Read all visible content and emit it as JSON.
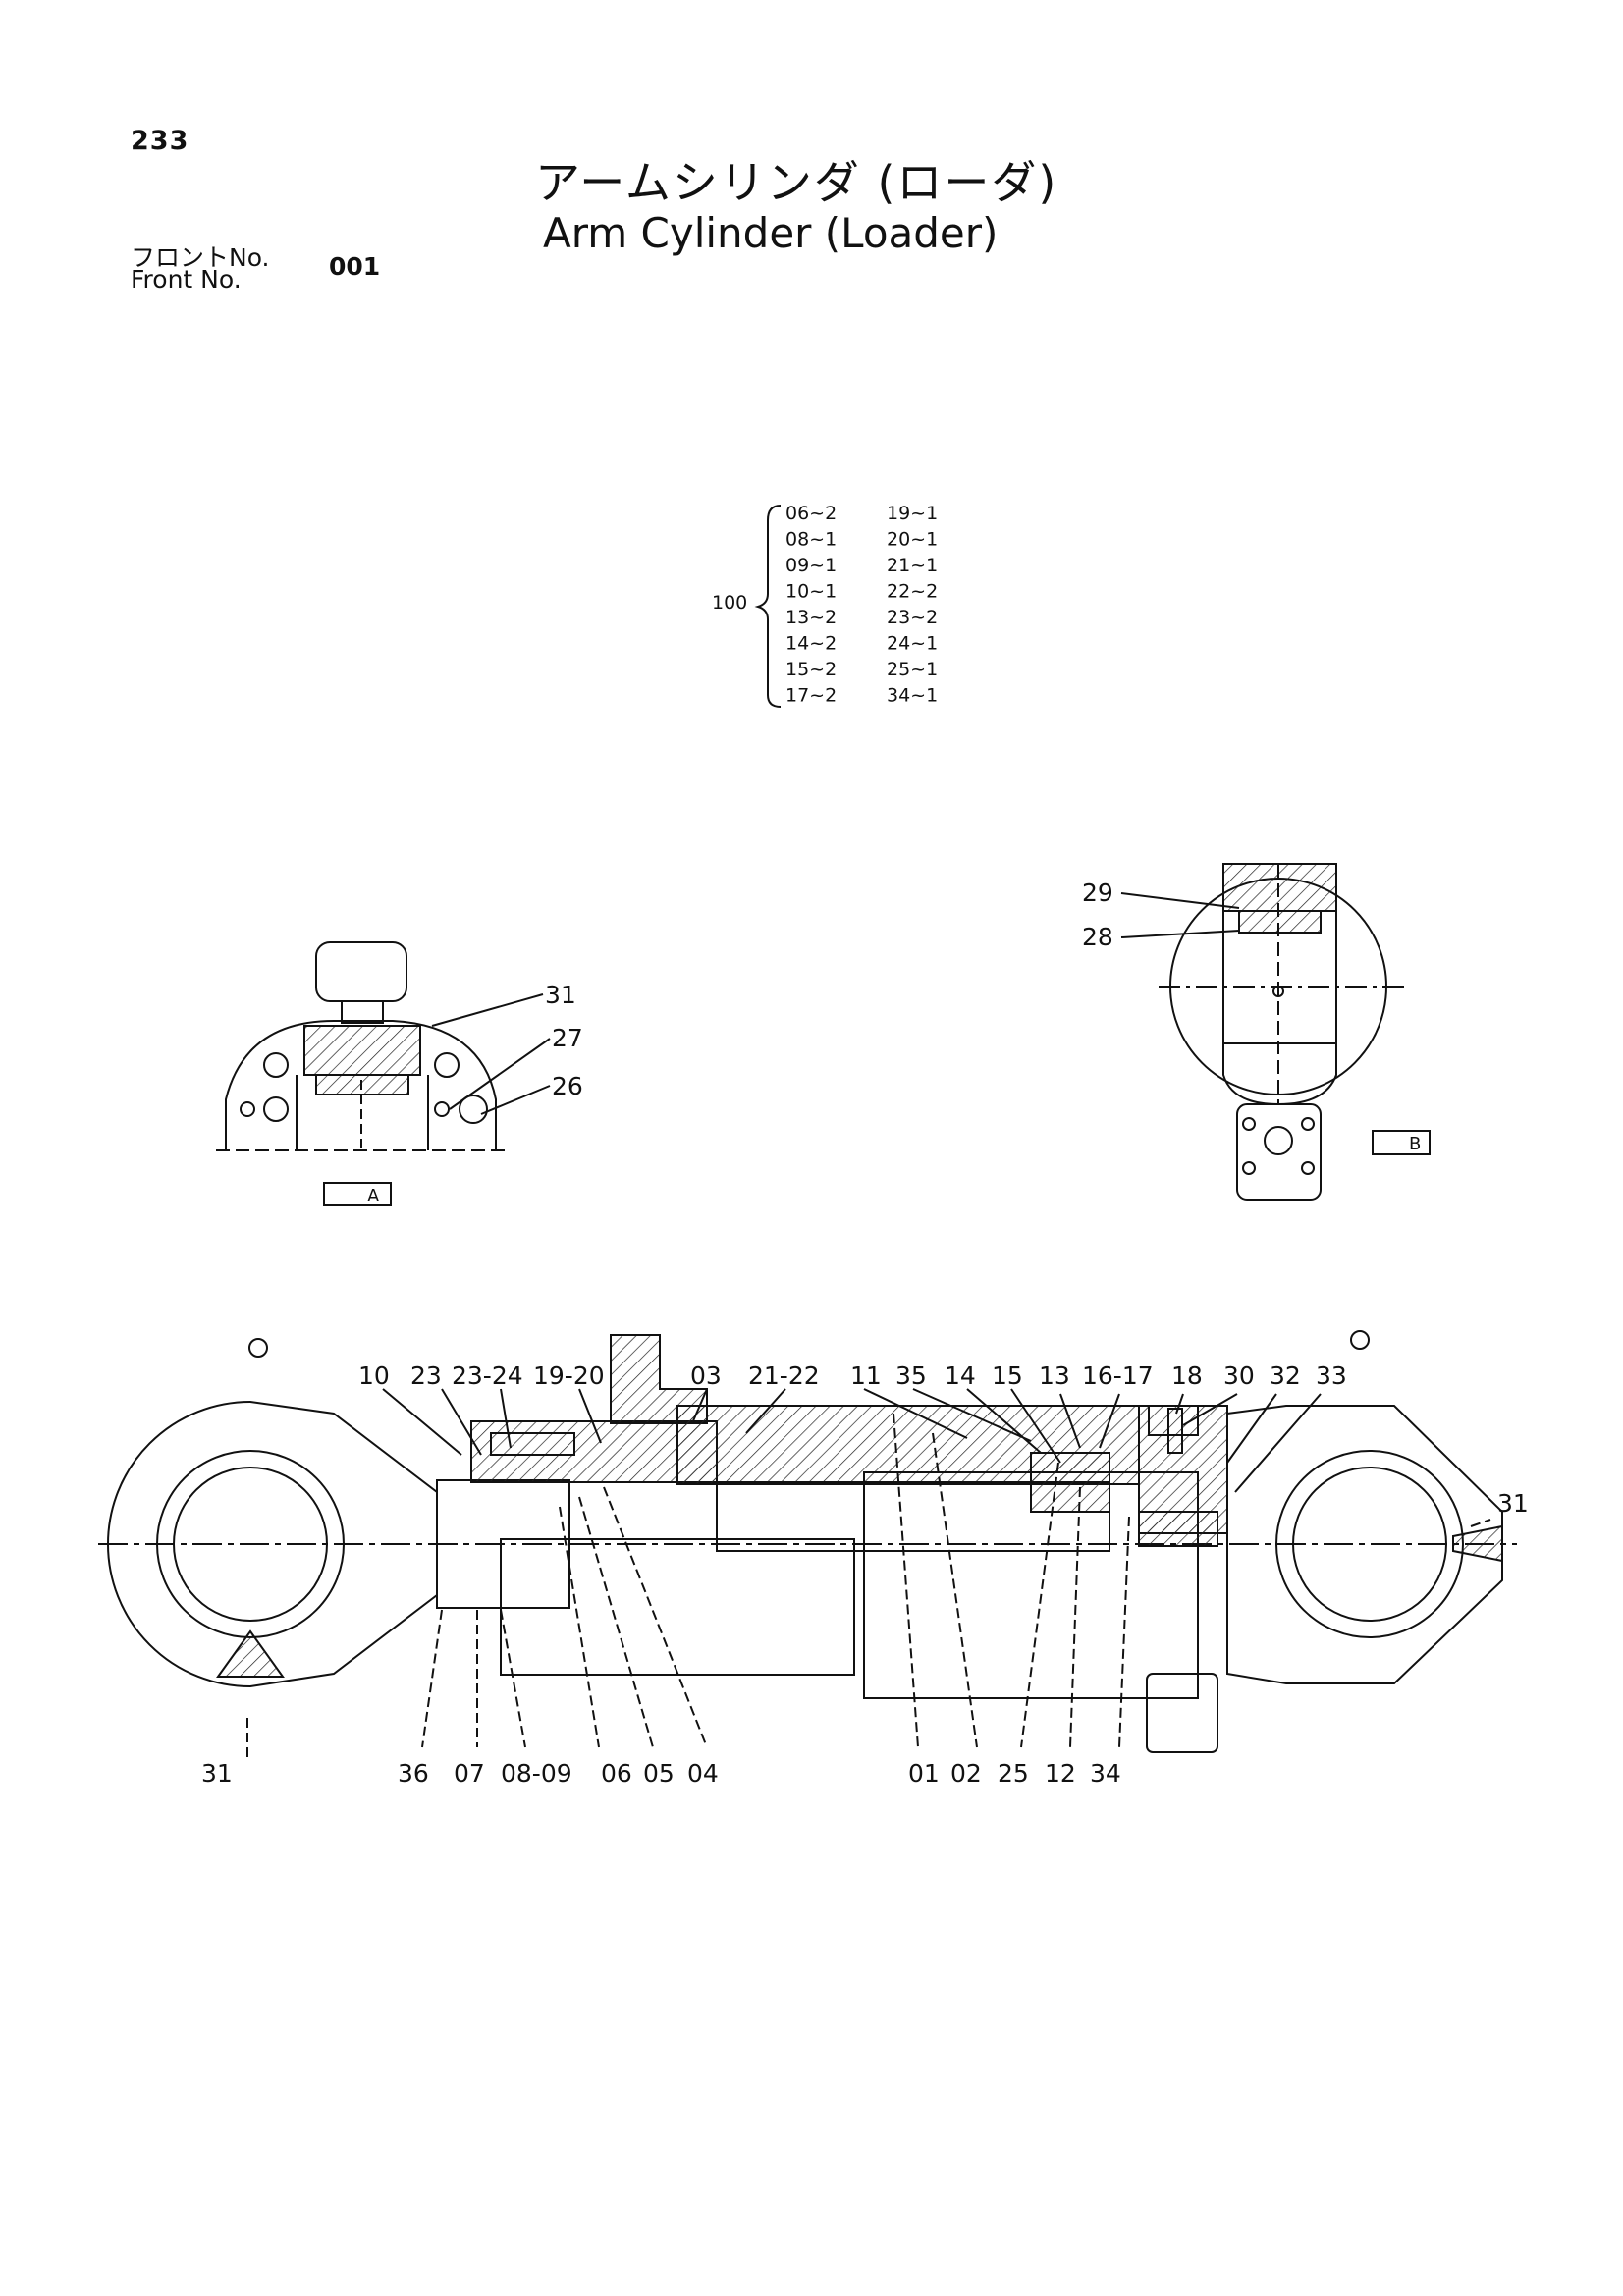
{
  "page_number": "233",
  "title_jp": "アームシリンダ (ローダ)",
  "title_en": "Arm Cylinder (Loader)",
  "front_label_jp": "フロントNo.",
  "front_label_en": "Front   No.",
  "front_no": "001",
  "kit": {
    "number": "100",
    "left_col": [
      "06~2",
      "08~1",
      "09~1",
      "10~1",
      "13~2",
      "14~2",
      "15~2",
      "17~2"
    ],
    "right_col": [
      "19~1",
      "20~1",
      "21~1",
      "22~2",
      "23~2",
      "24~1",
      "25~1",
      "34~1"
    ]
  },
  "section_a": {
    "labels": [
      "31",
      "27",
      "26"
    ],
    "tag": "A"
  },
  "section_b": {
    "labels": [
      "29",
      "28"
    ],
    "tag": "B"
  },
  "main": {
    "top_labels": [
      "10",
      "23",
      "23-24",
      "19-20",
      "03",
      "21-22",
      "11",
      "35",
      "14",
      "15",
      "13",
      "16-17",
      "18",
      "30",
      "32",
      "33"
    ],
    "bottom_labels": [
      "31",
      "36",
      "07",
      "08-09",
      "06",
      "05",
      "04",
      "01",
      "02",
      "25",
      "12",
      "34"
    ],
    "right_label": "31"
  }
}
